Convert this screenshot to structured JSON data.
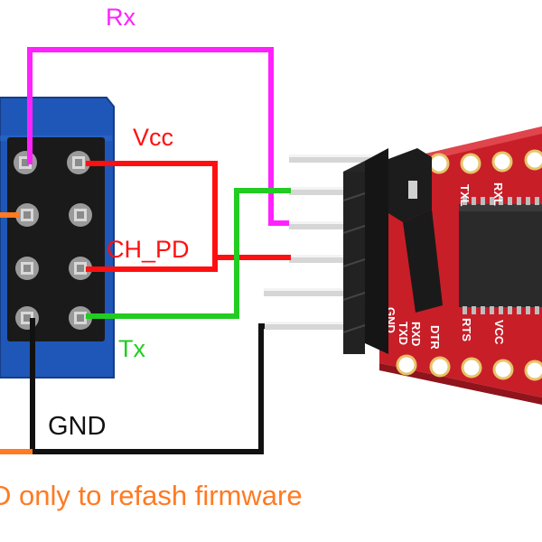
{
  "colors": {
    "rx": "#ff22ff",
    "vcc": "#ff1010",
    "ch_pd": "#ff1010",
    "tx": "#22cc22",
    "gnd": "#111111",
    "gpio0": "#ff7a22",
    "esp_board": "#1f57b8",
    "ftdi_board": "#c81e28"
  },
  "labels": {
    "rx": "Rx",
    "vcc": "Vcc",
    "ch_pd": "CH_PD",
    "tx": "Tx",
    "gnd": "GND",
    "note": "D only to refash firmware"
  },
  "ftdi_pin_labels": [
    "TXL",
    "RXL",
    "DTR",
    "RTS",
    "VCC",
    "TXD",
    "RXD",
    "GND"
  ]
}
